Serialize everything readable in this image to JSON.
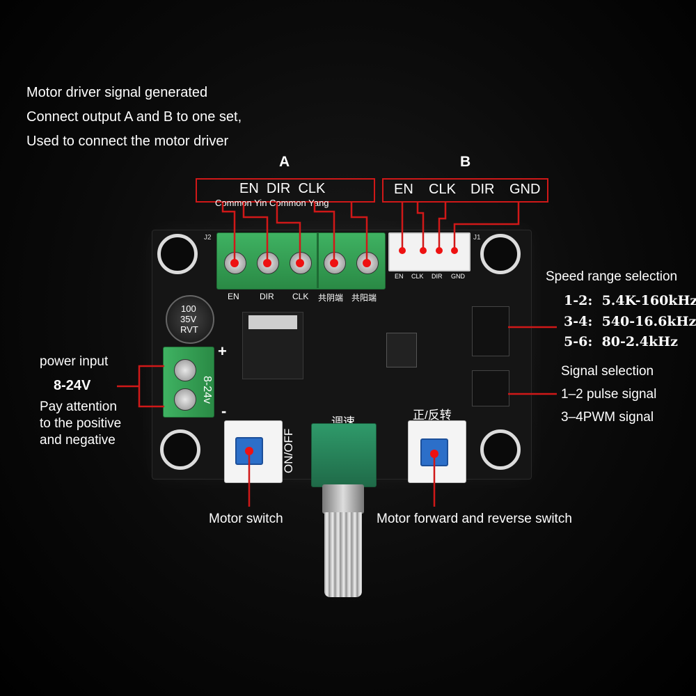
{
  "intro": {
    "line1": "Motor driver signal generated",
    "line2": "Connect output A and B to one set,",
    "line3": "Used to connect the motor driver"
  },
  "terminal_a": {
    "letter": "A",
    "header": "EN  DIR  CLK",
    "common_label": "Common Yin Common Yang",
    "silk_labels": [
      "EN",
      "DIR",
      "CLK",
      "共阴端",
      "共阳端"
    ]
  },
  "terminal_b": {
    "letter": "B",
    "labels": [
      "EN",
      "CLK",
      "DIR",
      "GND"
    ],
    "silk_labels": [
      "EN",
      "CLK",
      "DIR",
      "GND"
    ]
  },
  "speed": {
    "title": "Speed range selection",
    "ranges": [
      "1-2:  5.4K-160kHz",
      "3-4:  540-16.6kHz",
      "5-6:  80-2.4kHz"
    ]
  },
  "signal": {
    "title": "Signal selection",
    "items": [
      "1–2 pulse signal",
      "3–4PWM signal"
    ]
  },
  "power": {
    "title": "power input",
    "voltage": "8-24V",
    "note_line1": "Pay attention",
    "note_line2": "to the positive",
    "note_line3": "and negative",
    "silk_voltage": "8-24v",
    "plus": "+",
    "minus": "-"
  },
  "board": {
    "cap_label_1": "100",
    "cap_label_2": "35V",
    "cap_label_3": "RVT",
    "onoff": "ON/OFF",
    "speed_cn": "调速",
    "dir_cn": "正/反转",
    "j1": "J1",
    "j2": "J2"
  },
  "callouts": {
    "motor_switch": "Motor switch",
    "fwd_rev": "Motor forward and reverse switch"
  },
  "colors": {
    "pcb": "#141414",
    "terminal_green": "#2f9a4f",
    "callout_red": "#d01818",
    "button_blue": "#2c6fc9"
  }
}
